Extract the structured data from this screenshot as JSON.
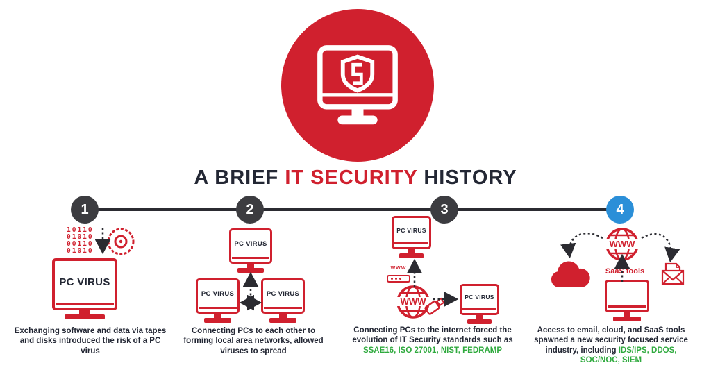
{
  "title": {
    "part1": "A BRIEF",
    "part2": "IT SECURITY",
    "part3": "HISTORY"
  },
  "hero_icon": "monitor-with-security-shield",
  "steps": [
    {
      "number": "1",
      "binary_rows": [
        "10110",
        "01010",
        "00110",
        "01010"
      ],
      "monitor_label": "PC VIRUS",
      "description": {
        "text": "Exchanging software and data via tapes and disks introduced the risk of a PC virus",
        "highlight": ""
      }
    },
    {
      "number": "2",
      "monitor_labels": [
        "PC VIRUS",
        "PC VIRUS",
        "PC VIRUS"
      ],
      "description": {
        "text": "Connecting PCs to each other to forming local area networks, allowed viruses to spread",
        "highlight": ""
      }
    },
    {
      "number": "3",
      "monitor_labels": [
        "PC VIRUS",
        "PC VIRUS"
      ],
      "modem_label": "WWW",
      "globe_label": "WWW",
      "description": {
        "text": "Connecting PCs to the internet forced the evolution of IT Security standards such as ",
        "highlight": "SSAE16, ISO 27001, NIST, FEDRAMP"
      }
    },
    {
      "number": "4",
      "globe_label": "WWW",
      "saas_label": "SaaS tools",
      "description": {
        "text": "Access to email, cloud, and SaaS tools spawned a new security focused service industry, including ",
        "highlight": "IDS/IPS, DDOS, SOC/NOC, SIEM"
      }
    }
  ],
  "colors": {
    "red": "#d0202e",
    "dark_text": "#232734",
    "timeline_gray": "#3c3c40",
    "step4_blue": "#2b8fd8",
    "highlight_green": "#2faa3e"
  }
}
